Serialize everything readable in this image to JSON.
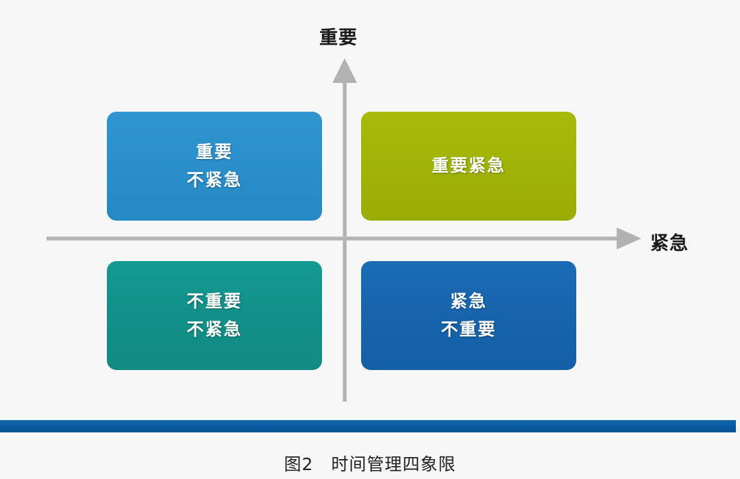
{
  "figure": {
    "caption": "图2　时间管理四象限",
    "axes": {
      "vertical_label": "重要",
      "horizontal_label": "紧急",
      "vertical_arrow_icon": "arrow-up-icon",
      "horizontal_arrow_icon": "arrow-right-icon"
    },
    "quadrants": [
      {
        "id": "important-not-urgent",
        "position": "top-left",
        "lines": [
          "重要",
          "不紧急"
        ],
        "color": "#2B90CB",
        "shadow_color": "#1F6E9C"
      },
      {
        "id": "important-urgent",
        "position": "top-right",
        "lines": [
          "重要紧急"
        ],
        "color": "#A2B508",
        "shadow_color": "#798A04"
      },
      {
        "id": "not-important-not-urgent",
        "position": "bottom-left",
        "lines": [
          "不重要",
          "不紧急"
        ],
        "color": "#13918A",
        "shadow_color": "#0C6D68"
      },
      {
        "id": "urgent-not-important",
        "position": "bottom-right",
        "lines": [
          "紧急",
          "不重要"
        ],
        "color": "#1865AE",
        "shadow_color": "#104D83"
      }
    ],
    "footer_bar_color": "#0B5BA1",
    "background_color": "#F7F7F7",
    "axis_color": "#B2B2B2"
  }
}
